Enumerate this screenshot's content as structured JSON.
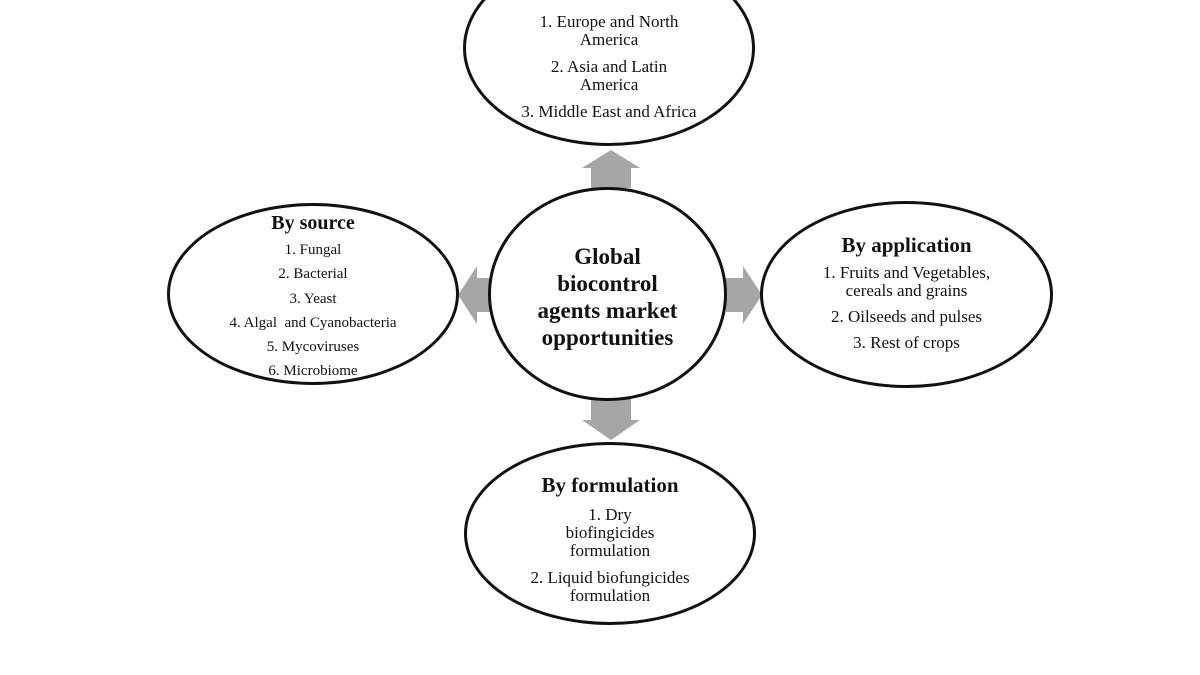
{
  "center": {
    "title": "Global biocontrol agents market opportunities"
  },
  "region": {
    "items": [
      "1. Europe and North America",
      "2. Asia and Latin America",
      "3. Middle East and Africa"
    ]
  },
  "source": {
    "title": "By source",
    "items": [
      "1. Fungal",
      "2. Bacterial",
      "3. Yeast",
      "4. Algal  and Cyanobacteria",
      "5. Mycoviruses",
      "6. Microbiome"
    ]
  },
  "application": {
    "title": "By application",
    "items": [
      "1. Fruits and Vegetables, cereals and grains",
      "2. Oilseeds and pulses",
      "3. Rest of crops"
    ]
  },
  "formulation": {
    "title": "By formulation",
    "items": [
      "1. Dry biofingicides formulation",
      "2. Liquid biofungicides formulation"
    ]
  },
  "colors": {
    "arrow": "#a6a6a6",
    "outline": "#111111"
  }
}
